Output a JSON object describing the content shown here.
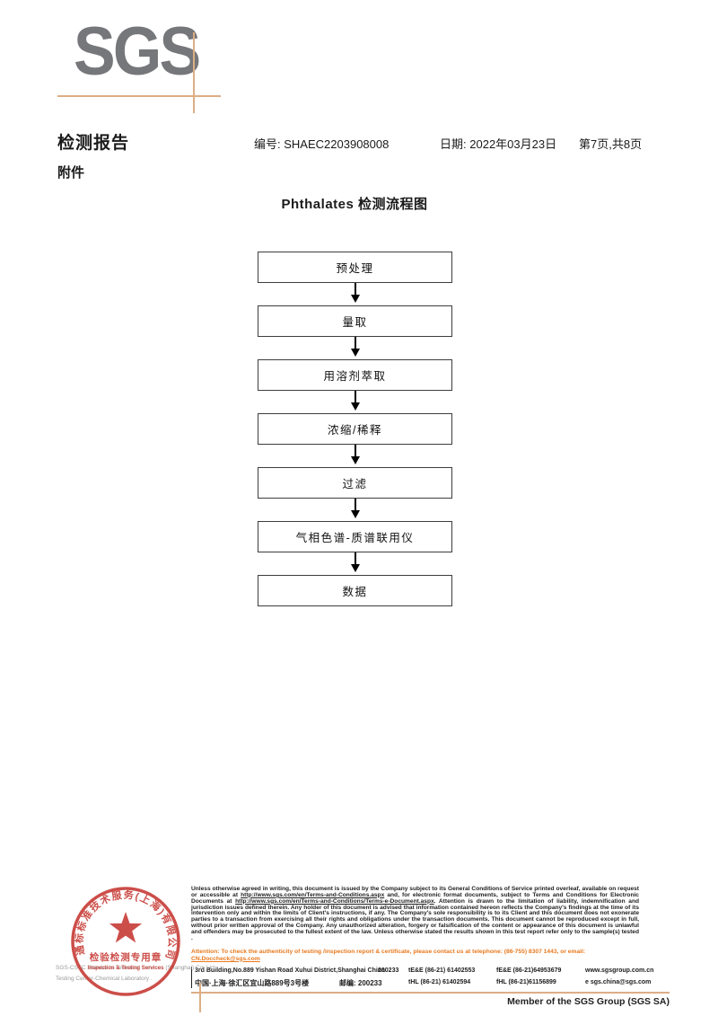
{
  "logo": {
    "text": "SGS"
  },
  "header": {
    "report_title": "检测报告",
    "no_label": "编号:",
    "no_value": "SHAEC2203908008",
    "date_label": "日期:",
    "date_value": "2022年03月23日",
    "page_info": "第7页,共8页",
    "attachment": "附件"
  },
  "flowchart": {
    "title": "Phthalates 检测流程图",
    "steps": [
      "预处理",
      "量取",
      "用溶剂萃取",
      "浓缩/稀释",
      "过滤",
      "气相色谱-质谱联用仪",
      "数据"
    ]
  },
  "footer": {
    "disclaimer": {
      "part1": "Unless otherwise agreed in writing, this document is issued by the Company subject to its General Conditions of Service printed overleaf, available on request or accessible at ",
      "url1": "http://www.sgs.com/en/Terms-and-Conditions.aspx",
      "part2": " and, for electronic format documents, subject to Terms and Conditions for Electronic Documents at ",
      "url2": "http://www.sgs.com/en/Terms-and-Conditions/Terms-e-Document.aspx",
      "part3": ". Attention is drawn to the limitation of liability, indemnification and jurisdiction issues defined therein. Any holder of this document is advised that information contained hereon reflects the Company's findings at the time of its intervention only and within the limits of Client's instructions, if any. The Company's sole responsibility is to its Client and this document does not exonerate parties to a transaction from exercising all their rights and obligations under the transaction documents. This document cannot be reproduced except in full, without prior written approval of the Company. Any unauthorized alteration, forgery or falsification of the content or appearance of this document is unlawful and offenders may be prosecuted to the fullest extent of the law. Unless otherwise stated the results shown in this test report refer only to the sample(s) tested ."
    },
    "attention": {
      "part1": "Attention: To check the authenticity of testing /inspection report & certificate, please contact us at telephone: (86-755) 8307 1443, or email: ",
      "email": "CN.Doccheck@sgs.com"
    },
    "address": {
      "en_line": "3rd Building,No.889 Yishan Road Xuhui District,Shanghai China",
      "en_postcode": "200233",
      "tel1": "tE&E (86-21) 61402553",
      "fax1": "fE&E (86-21)64953679",
      "web": "www.sgsgroup.com.cn",
      "cn_line": "中国·上海·徐汇区宜山路889号3号楼",
      "cn_postcode": "邮编: 200233",
      "tel2": "tHL (86-21) 61402594",
      "fax2": "fHL (86-21)61156899",
      "email": "e sgs.china@sgs.com"
    },
    "member": "Member of the SGS Group (SGS SA)",
    "company_gray_1": "SGS-CSTC Standards Technical Services (Shanghai) Co.,Ltd.",
    "company_gray_2": "Testing Center-Chemical Laboratory .",
    "stamp": {
      "ring_text": "通标标准技术服务(上海)有限公司",
      "center_cn": "检验检测专用章",
      "center_en": "Inspection & Testing Services",
      "color": "#c8403a"
    }
  }
}
